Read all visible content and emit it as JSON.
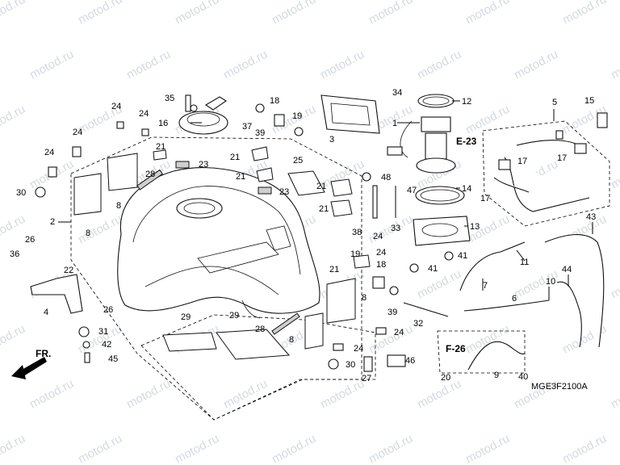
{
  "watermark_text": "motod.ru",
  "diagram_code": "MGE3F2100A",
  "refs": {
    "e23": "E-23",
    "f26": "F-26",
    "fr": "FR."
  },
  "labels": {
    "n1": "1",
    "n2": "2",
    "n3": "3",
    "n4": "4",
    "n5": "5",
    "n6": "6",
    "n7": "7",
    "n8": "8",
    "n9": "9",
    "n10": "10",
    "n11": "11",
    "n12": "12",
    "n13": "13",
    "n14": "14",
    "n15": "15",
    "n16": "16",
    "n17": "17",
    "n18": "18",
    "n19": "19",
    "n20": "20",
    "n21": "21",
    "n22": "22",
    "n23": "23",
    "n24": "24",
    "n25": "25",
    "n26": "26",
    "n27": "27",
    "n28": "28",
    "n29": "29",
    "n30": "30",
    "n31": "31",
    "n32": "32",
    "n33": "33",
    "n34": "34",
    "n35": "35",
    "n36": "36",
    "n37": "37",
    "n38": "38",
    "n39": "39",
    "n40": "40",
    "n41": "41",
    "n42": "42",
    "n43": "43",
    "n44": "44",
    "n45": "45",
    "n46": "46",
    "n47": "47",
    "n48": "48"
  }
}
